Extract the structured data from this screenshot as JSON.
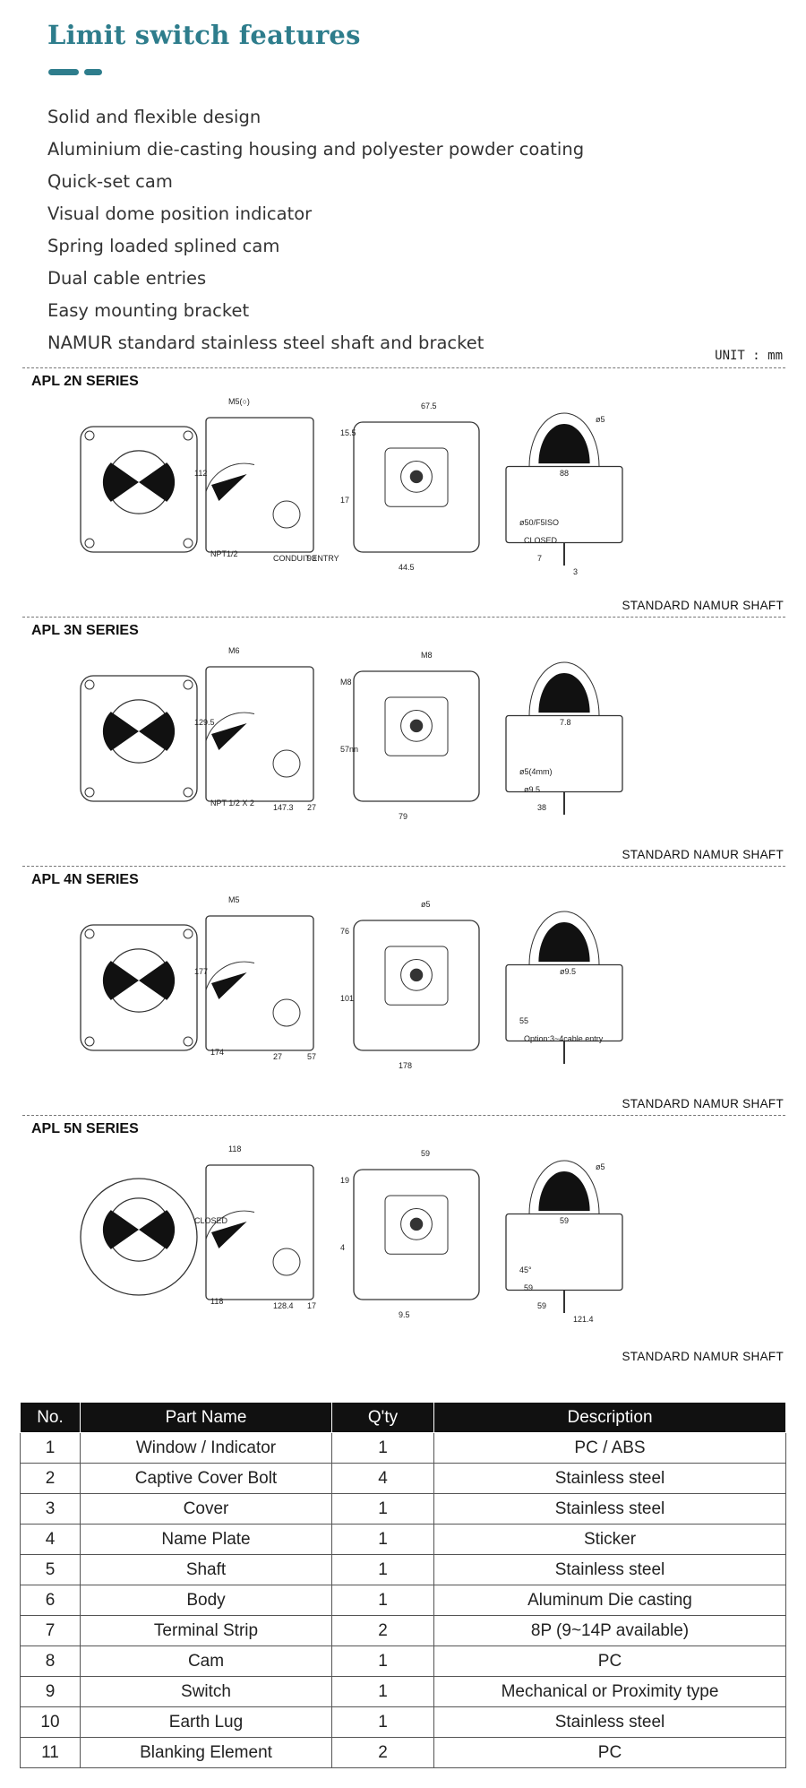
{
  "title": "Limit switch features",
  "features": [
    "Solid and flexible design",
    "Aluminium die-casting housing and polyester powder coating",
    "Quick-set cam",
    "Visual dome position indicator",
    "Spring loaded splined cam",
    "Dual cable entries",
    "Easy mounting bracket",
    "NAMUR standard stainless steel shaft and bracket"
  ],
  "unit_label": "UNIT : mm",
  "series": [
    {
      "name": "APL 2N SERIES",
      "footer": "STANDARD NAMUR SHAFT",
      "dims": [
        "M5(○)",
        "112",
        "NPT1/2",
        "CONDUIT ENTRY",
        "93",
        "15.5",
        "17",
        "44.5",
        "67.5",
        "88",
        "ø50/F5ISO",
        "CLOSED",
        "7",
        "3",
        "ø5"
      ]
    },
    {
      "name": "APL 3N SERIES",
      "footer": "STANDARD NAMUR SHAFT",
      "dims": [
        "M6",
        "129.5",
        "NPT 1/2 X 2",
        "147.3",
        "27",
        "M8",
        "57nn",
        "79",
        "M8",
        "7.8",
        "ø5(4mm)",
        "ø9.5",
        "38"
      ]
    },
    {
      "name": "APL 4N SERIES",
      "footer": "STANDARD NAMUR SHAFT",
      "dims": [
        "M5",
        "177",
        "174",
        "27",
        "57",
        "76",
        "101",
        "178",
        "ø5",
        "ø9.5",
        "55",
        "Option:3~4cable entry"
      ]
    },
    {
      "name": "APL 5N SERIES",
      "footer": "STANDARD NAMUR SHAFT",
      "dims": [
        "118",
        "CLOSED",
        "118",
        "128.4",
        "17",
        "19",
        "4",
        "9.5",
        "59",
        "59",
        "45°",
        "59",
        "59",
        "121.4",
        "ø5"
      ]
    }
  ],
  "table": {
    "headers": [
      "No.",
      "Part Name",
      "Q'ty",
      "Description"
    ],
    "rows": [
      [
        "1",
        "Window / Indicator",
        "1",
        "PC / ABS"
      ],
      [
        "2",
        "Captive Cover Bolt",
        "4",
        "Stainless steel"
      ],
      [
        "3",
        "Cover",
        "1",
        "Stainless steel"
      ],
      [
        "4",
        "Name Plate",
        "1",
        "Sticker"
      ],
      [
        "5",
        "Shaft",
        "1",
        "Stainless steel"
      ],
      [
        "6",
        "Body",
        "1",
        "Aluminum Die casting"
      ],
      [
        "7",
        "Terminal Strip",
        "2",
        "8P (9~14P available)"
      ],
      [
        "8",
        "Cam",
        "1",
        "PC"
      ],
      [
        "9",
        "Switch",
        "1",
        "Mechanical or Proximity type"
      ],
      [
        "10",
        "Earth Lug",
        "1",
        "Stainless steel"
      ],
      [
        "11",
        "Blanking Element",
        "2",
        "PC"
      ]
    ]
  },
  "colors": {
    "accent": "#2e7d8c",
    "table_header_bg": "#111111"
  }
}
